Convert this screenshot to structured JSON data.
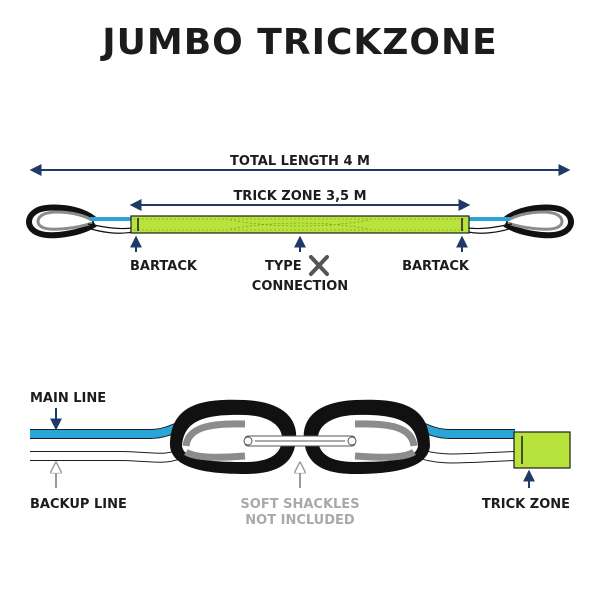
{
  "title": "JUMBO TRICKZONE",
  "measurements": {
    "total_length": "TOTAL LENGTH 4 M",
    "trick_zone": "TRICK ZONE 3,5 M"
  },
  "top_labels": {
    "bartack_left": "BARTACK",
    "type_line1": "TYPE",
    "type_line2": "CONNECTION",
    "bartack_right": "BARTACK"
  },
  "bottom_labels": {
    "main_line": "MAIN LINE",
    "backup_line": "BACKUP LINE",
    "soft_shackles_line1": "SOFT SHACKLES",
    "soft_shackles_line2": "NOT INCLUDED",
    "trick_zone": "TRICK ZONE"
  },
  "colors": {
    "navy": "#1f3a68",
    "webbing_green": "#b7e33c",
    "main_line_blue": "#2aa5d8",
    "loop_black": "#111111",
    "loop_grey": "#8c8c8c",
    "label_grey": "#a9a9a9"
  }
}
